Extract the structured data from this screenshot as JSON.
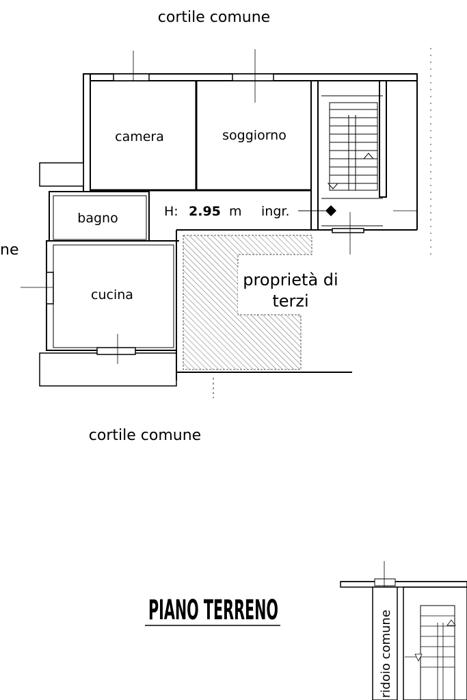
{
  "labels": {
    "top_courtyard": "cortile comune",
    "bottom_courtyard": "cortile comune",
    "left_edge_fragment": "ne",
    "room_camera": "camera",
    "room_soggiorno": "soggiorno",
    "room_bagno": "bagno",
    "room_cucina": "cucina",
    "height_prefix": "H:",
    "height_value": "2.95",
    "height_unit": "m",
    "entrance": "ingr.",
    "third_party_line1": "proprietà di",
    "third_party_line2": "terzi",
    "floor_title": "PIANO TERRENO",
    "corridor_fragment": "ridoio comune"
  }
}
